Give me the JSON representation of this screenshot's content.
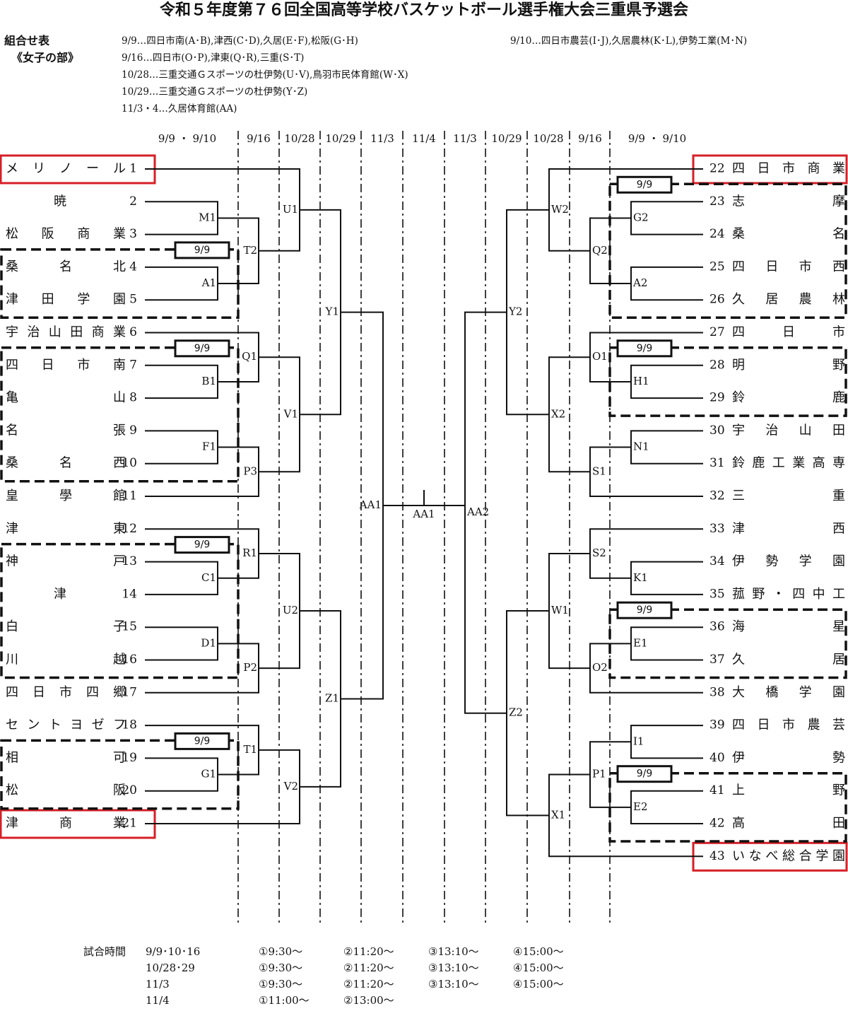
{
  "title": "令和５年度第７６回全国高等学校バスケットボール選手権大会三重県予選会",
  "schedule": {
    "label_line1": "組合せ表",
    "label_line2": "《女子の部》",
    "lines": [
      "9/9…四日市南(A･B),津西(C･D),久居(E･F),松阪(G･H)",
      "9/16…四日市(O･P),津東(Q･R),三重(S･T)",
      "10/28…三重交通Ｇスポーツの杜伊勢(U･V),鳥羽市民体育館(W･X)",
      "10/29…三重交通Ｇスポーツの杜伊勢(Y･Z)",
      "11/3・4…久居体育館(AA)"
    ],
    "line_right": "9/10…四日市農芸(I･J),久居農林(K･L),伊勢工業(M･N)"
  },
  "round_dates": [
    "9/9 ・ 9/10",
    "9/16",
    "10/28",
    "10/29",
    "11/3",
    "11/4",
    "11/3",
    "10/29",
    "10/28",
    "9/16",
    "9/9 ・ 9/10"
  ],
  "left_teams": [
    {
      "no": "1",
      "name": "メリノール",
      "highlight": true
    },
    {
      "no": "2",
      "name": "暁"
    },
    {
      "no": "3",
      "name": "松阪商業"
    },
    {
      "no": "4",
      "name": "桑名北"
    },
    {
      "no": "5",
      "name": "津田学園"
    },
    {
      "no": "6",
      "name": "宇治山田商業"
    },
    {
      "no": "7",
      "name": "四日市南"
    },
    {
      "no": "8",
      "name": "亀山"
    },
    {
      "no": "9",
      "name": "名張"
    },
    {
      "no": "10",
      "name": "桑名西"
    },
    {
      "no": "11",
      "name": "皇學館"
    },
    {
      "no": "12",
      "name": "津東"
    },
    {
      "no": "13",
      "name": "神戸"
    },
    {
      "no": "14",
      "name": "津"
    },
    {
      "no": "15",
      "name": "白子"
    },
    {
      "no": "16",
      "name": "川越"
    },
    {
      "no": "17",
      "name": "四日市四郷"
    },
    {
      "no": "18",
      "name": "セントヨゼフ"
    },
    {
      "no": "19",
      "name": "相可"
    },
    {
      "no": "20",
      "name": "松阪"
    },
    {
      "no": "21",
      "name": "津商業",
      "highlight": true
    }
  ],
  "right_teams": [
    {
      "no": "22",
      "name": "四日市商業",
      "highlight": true
    },
    {
      "no": "23",
      "name": "志摩"
    },
    {
      "no": "24",
      "name": "桑名"
    },
    {
      "no": "25",
      "name": "四日市西"
    },
    {
      "no": "26",
      "name": "久居農林"
    },
    {
      "no": "27",
      "name": "四日市"
    },
    {
      "no": "28",
      "name": "明野"
    },
    {
      "no": "29",
      "name": "鈴鹿"
    },
    {
      "no": "30",
      "name": "宇治山田"
    },
    {
      "no": "31",
      "name": "鈴鹿工業高専"
    },
    {
      "no": "32",
      "name": "三重"
    },
    {
      "no": "33",
      "name": "津西"
    },
    {
      "no": "34",
      "name": "伊勢学園"
    },
    {
      "no": "35",
      "name": "菰野・四中工"
    },
    {
      "no": "36",
      "name": "海星"
    },
    {
      "no": "37",
      "name": "久居"
    },
    {
      "no": "38",
      "name": "大橋学園"
    },
    {
      "no": "39",
      "name": "四日市農芸"
    },
    {
      "no": "40",
      "name": "伊勢"
    },
    {
      "no": "41",
      "name": "上野"
    },
    {
      "no": "42",
      "name": "高田"
    },
    {
      "no": "43",
      "name": "いなべ総合学園",
      "highlight": true
    }
  ],
  "match_labels": {
    "left": [
      "M1",
      "A1",
      "T2",
      "U1",
      "B1",
      "Q1",
      "F1",
      "P3",
      "V1",
      "Y1",
      "C1",
      "R1",
      "D1",
      "P2",
      "U2",
      "Z1",
      "G1",
      "T1",
      "V2",
      "AA1"
    ],
    "right": [
      "G2",
      "A2",
      "Q2",
      "W2",
      "Y2",
      "H1",
      "O1",
      "N1",
      "S1",
      "X2",
      "K1",
      "S2",
      "E1",
      "O2",
      "W1",
      "I1",
      "E2",
      "P1",
      "X1",
      "Z2",
      "AA2"
    ],
    "final": "AA1"
  },
  "date_tag": "9/9",
  "colors": {
    "highlight": "#d61f26",
    "line": "#111111"
  },
  "match_times": {
    "label": "試合時間",
    "rows": [
      {
        "date": "9/9･10･16",
        "slots": [
          "①9:30～",
          "②11:20～",
          "③13:10～",
          "④15:00～"
        ]
      },
      {
        "date": "10/28･29",
        "slots": [
          "①9:30～",
          "②11:20～",
          "③13:10～",
          "④15:00～"
        ]
      },
      {
        "date": "11/3",
        "slots": [
          "①9:30～",
          "②11:20～",
          "③13:10～",
          "④15:00～"
        ]
      },
      {
        "date": "11/4",
        "slots": [
          "①11:00～",
          "②13:00～"
        ]
      }
    ]
  }
}
